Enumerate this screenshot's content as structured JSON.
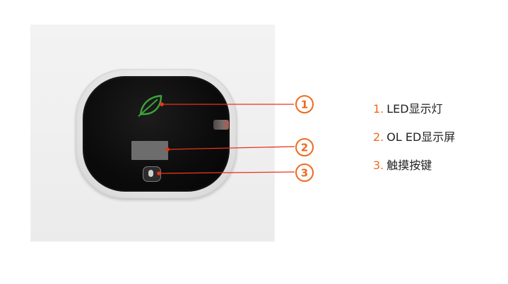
{
  "colors": {
    "accent": "#ee6a1f",
    "leader_line": "#e8341c",
    "leaf_green": "#3ea33a",
    "legend_text": "#222222"
  },
  "callouts": [
    {
      "number": "1",
      "icon": "leaf-icon"
    },
    {
      "number": "2"
    },
    {
      "number": "3"
    }
  ],
  "legend": [
    {
      "number": "1.",
      "label": "LED显示灯"
    },
    {
      "number": "2.",
      "label": "OL ED显示屏"
    },
    {
      "number": "3.",
      "label": "触摸按键"
    }
  ]
}
